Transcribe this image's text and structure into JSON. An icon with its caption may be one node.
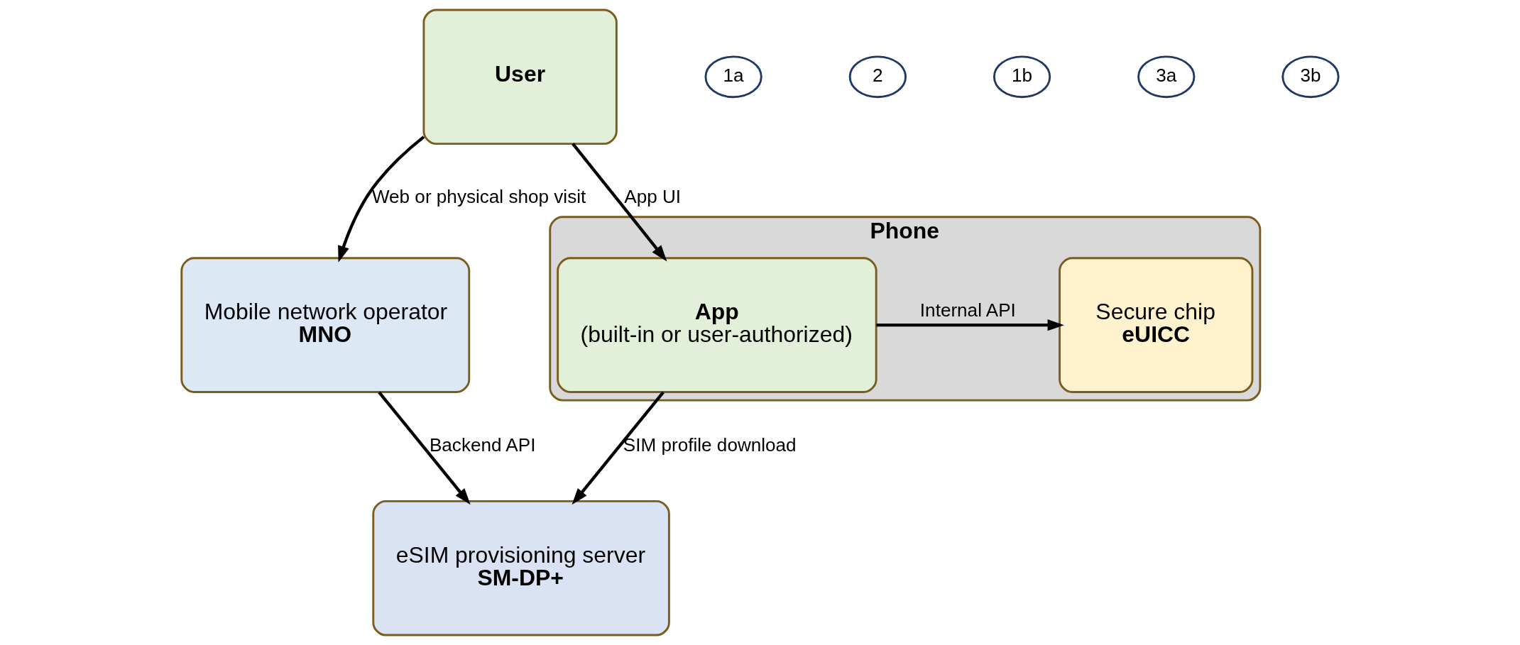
{
  "diagram": {
    "nodes": [
      {
        "text": [
          "Mobile network operator",
          "MNO"
        ]
      },
      {
        "text": [
          "User"
        ]
      },
      {
        "text": [
          "eSIM provisioning server",
          "SM-DP+"
        ]
      },
      {
        "text": [
          "Phone"
        ]
      },
      {
        "text": [
          "App",
          "(built-in or user-authorized)"
        ],
        "in": 3
      },
      {
        "text": [
          "Secure chip",
          "eUICC"
        ],
        "in": 3
      },
      {
        "text": [
          "1a"
        ]
      },
      {
        "text": [
          "2"
        ]
      },
      {
        "text": [
          "1b"
        ]
      },
      {
        "text": [
          "3a"
        ]
      },
      {
        "text": [
          "3b"
        ]
      }
    ],
    "edges": [
      {
        "from": 1,
        "to": 0,
        "arrow": "to",
        "label": "Web or physical shop visit"
      },
      {
        "from": 0,
        "to": 2,
        "arrow": "to",
        "label": "Backend API"
      },
      {
        "from": 1,
        "to": 4,
        "arrow": "to",
        "label": "App UI"
      },
      {
        "from": 4,
        "to": 2,
        "arrow": "to",
        "label": "SIM profile download"
      },
      {
        "from": 4,
        "to": 5,
        "arrow": "to",
        "label": "Internal API"
      }
    ]
  }
}
